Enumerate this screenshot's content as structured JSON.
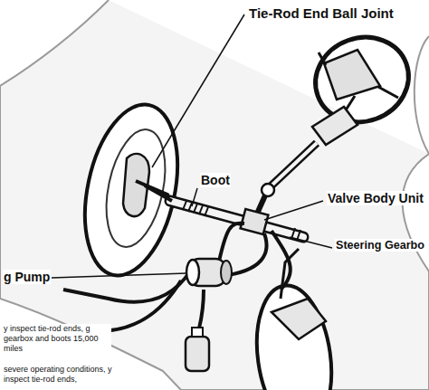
{
  "diagram": {
    "labels": [
      "Tie-Rod End Ball Joint",
      "Boot",
      "Valve Body Unit",
      "Steering Gearbo",
      "g Pump",
      "y inspect tie-rod ends, g gearbox and boots 15,000 miles",
      "severe operating conditions, y inspect tie-rod ends,"
    ]
  }
}
